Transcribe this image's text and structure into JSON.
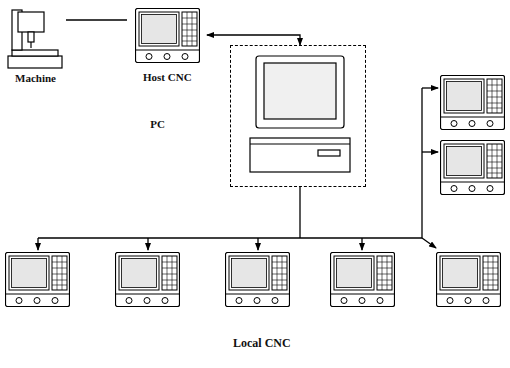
{
  "diagram": {
    "nodes": [
      {
        "text": [
          "Machine"
        ]
      },
      {
        "text": [
          "Host CNC"
        ]
      },
      {
        "text": [
          "PC"
        ]
      }
    ],
    "edges": [
      {
        "from": 0,
        "to": 1,
        "arrow": "none"
      },
      {
        "from": 1,
        "to": 2,
        "arrow": "both"
      }
    ],
    "labels": [
      "Local CNC"
    ]
  }
}
